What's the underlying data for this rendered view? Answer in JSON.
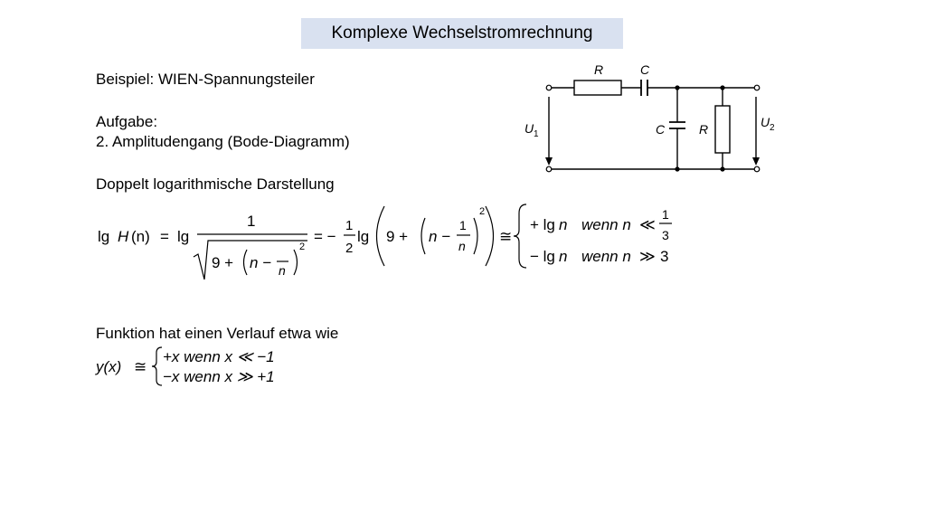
{
  "title": "Komplexe Wechselstromrechnung",
  "lines": {
    "beispiel": "Beispiel: WIEN-Spannungsteiler",
    "aufgabe": "Aufgabe:",
    "amplitudengang": "2. Amplitudengang (Bode-Diagramm)",
    "doppelt": "Doppelt logarithmische Darstellung",
    "funktion": "Funktion hat einen Verlauf etwa wie"
  },
  "circuit": {
    "r_series": "R",
    "c_series": "C",
    "c_parallel": "C",
    "r_parallel": "R",
    "u1": "U",
    "u1_sub": "1",
    "u2": "U",
    "u2_sub": "2"
  },
  "formula1": {
    "lhs_lg": "lg",
    "lhs_H": "H",
    "lhs_n": "(n)",
    "eq": "=",
    "lg": "lg",
    "one": "1",
    "nine_plus": "9 +",
    "n_minus": "n −",
    "frac_n": "n",
    "sq": "2",
    "eq2": "= −",
    "half_num": "1",
    "half_den": "2",
    "lg2": "lg",
    "nine_plus2": "9 +",
    "n_minus2": "n −",
    "frac_one2": "1",
    "frac_n2": "n",
    "sq2": "2",
    "approx": "≅",
    "case1_pre": "+ lg",
    "case1_n": "n",
    "case1_wenn": "wenn n",
    "case1_op": "≪",
    "case1_num": "1",
    "case1_den": "3",
    "case2_pre": "− lg",
    "case2_n": "n",
    "case2_wenn": "wenn n",
    "case2_op": "≫",
    "case2_val": "3"
  },
  "formula2": {
    "lhs": "y(x)",
    "approx": "≅",
    "case1": "+x  wenn x ≪ −1",
    "case2": "−x wenn x ≫ +1"
  }
}
